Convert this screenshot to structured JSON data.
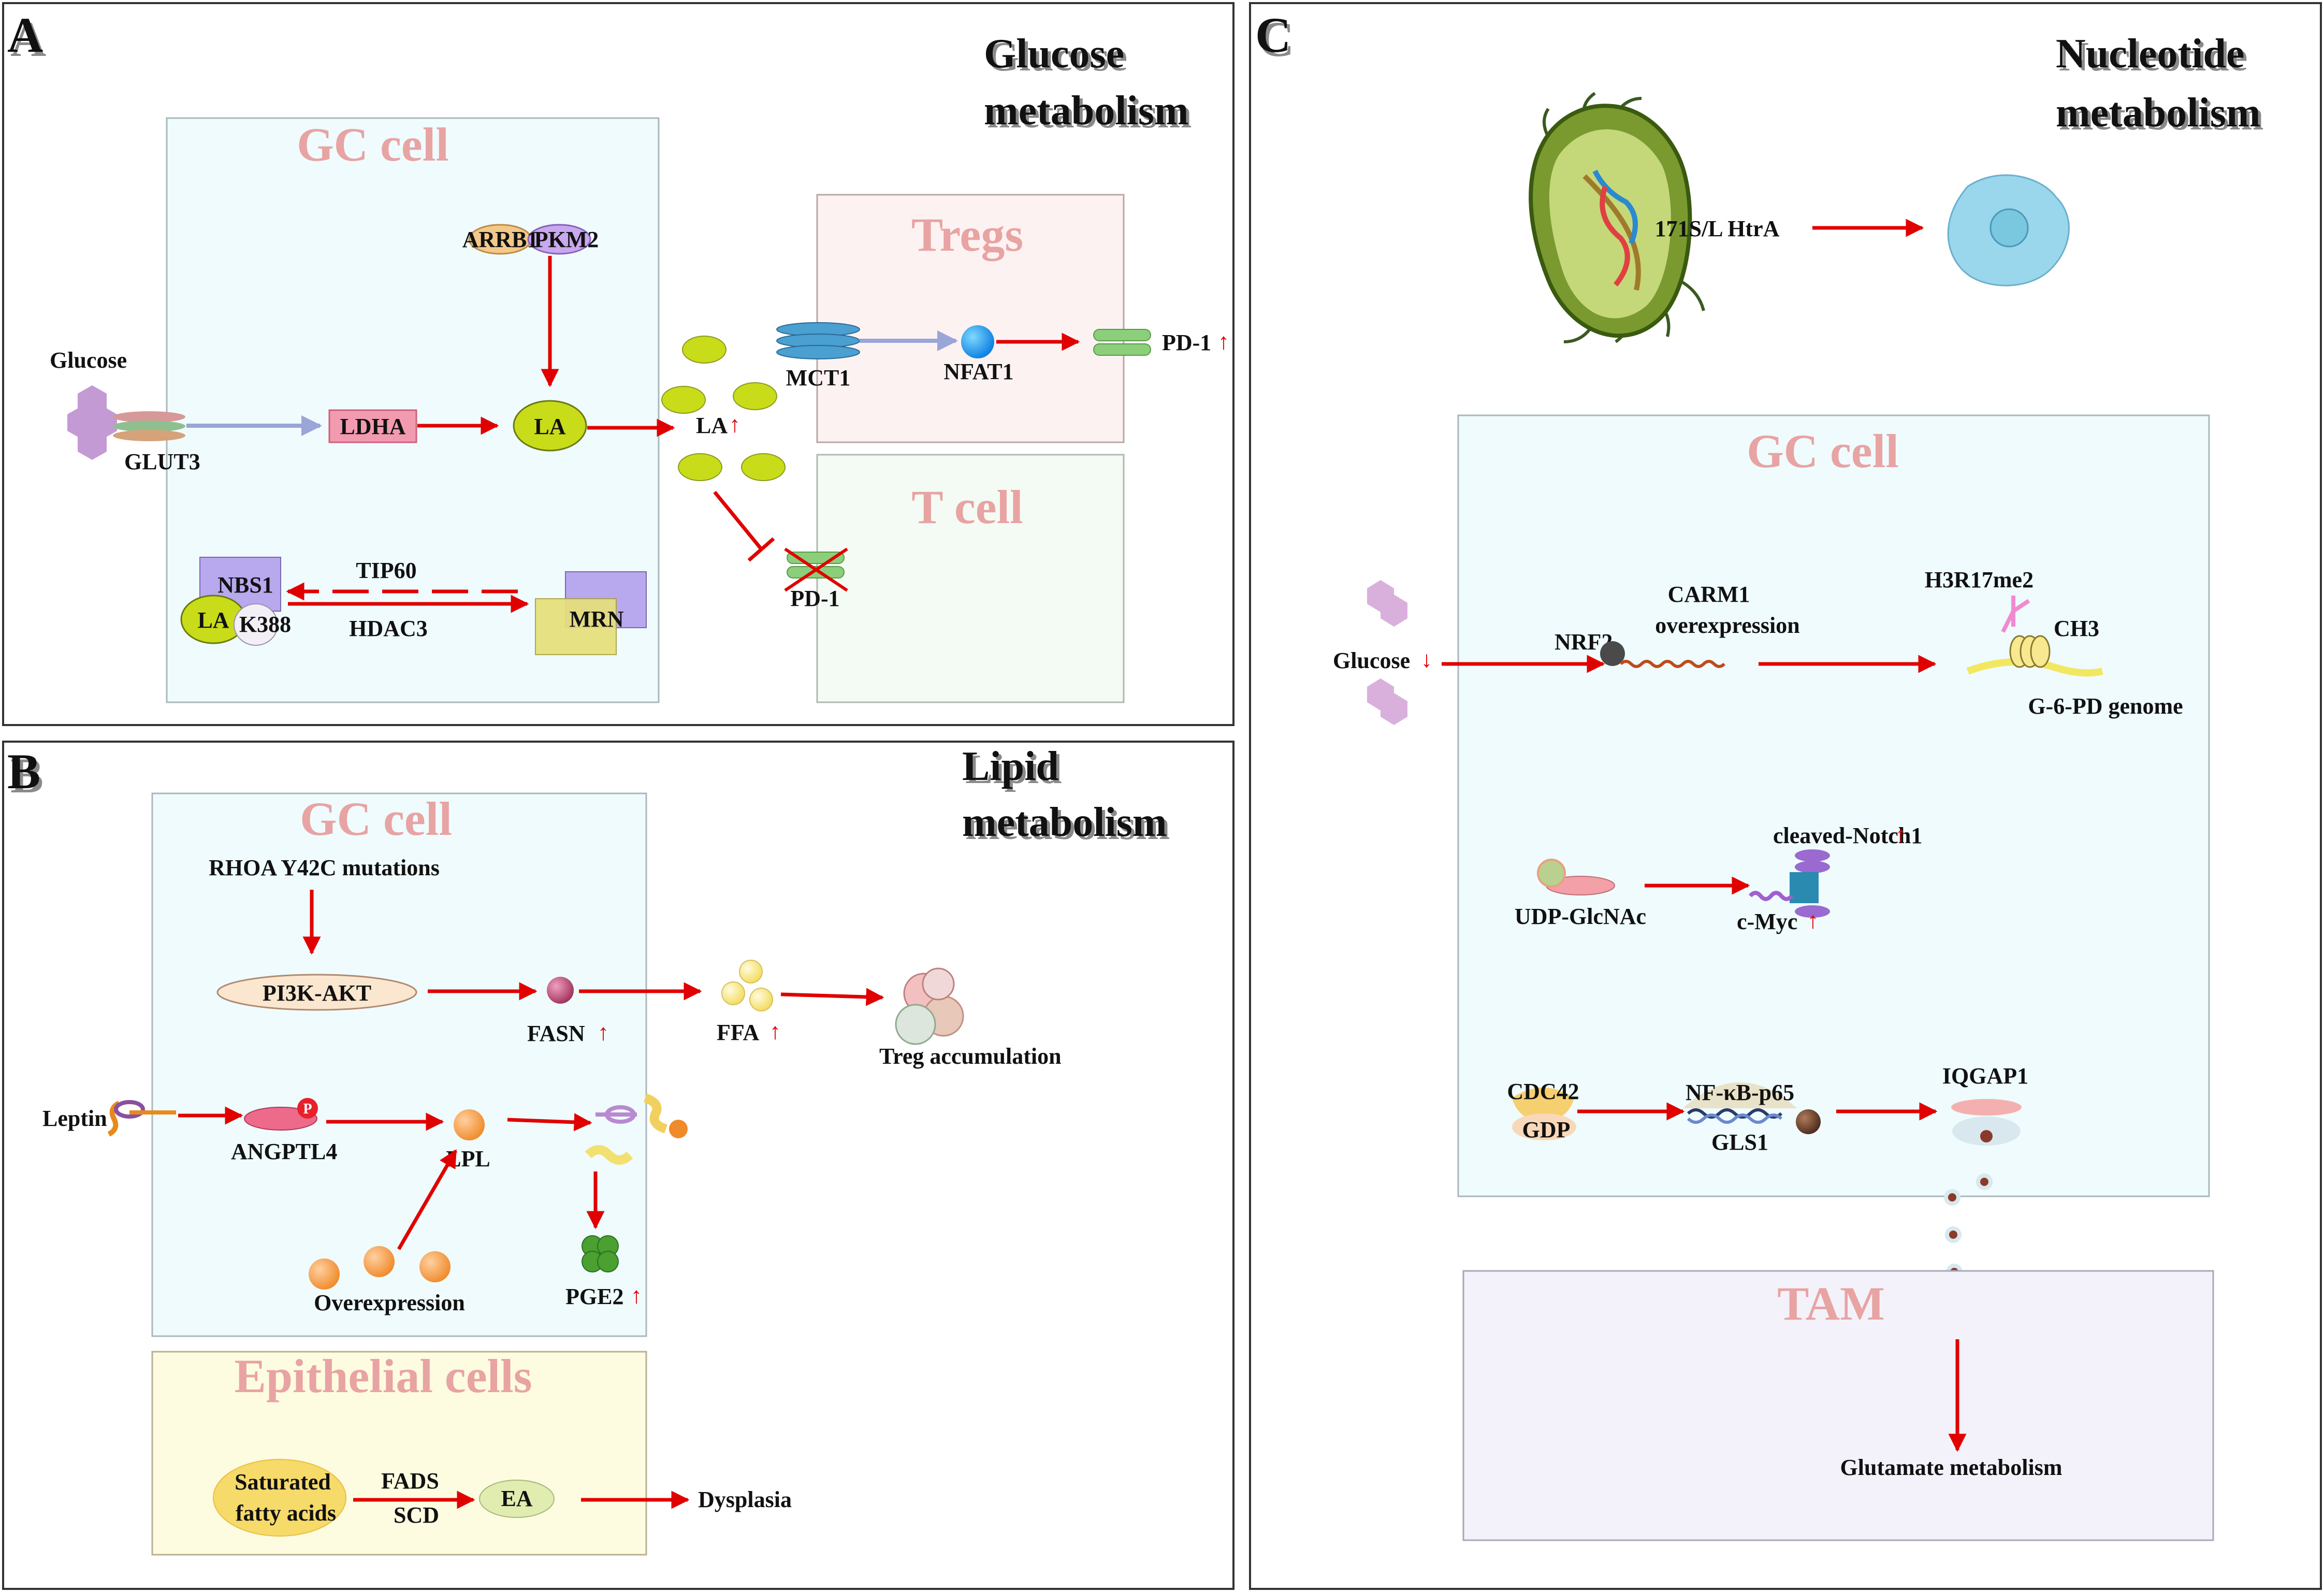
{
  "panel_a": {
    "letter": "A",
    "title_line1": "Glucose",
    "title_line2": "metabolism",
    "gc_cell": "GC cell",
    "tregs": "Tregs",
    "t_cell": "T cell",
    "glucose": "Glucose",
    "glut3": "GLUT3",
    "ldha": "LDHA",
    "la_inner": "LA",
    "arrb1": "ARRB1",
    "pkm2": "PKM2",
    "la_outer": "LA",
    "mct1": "MCT1",
    "nfat1": "NFAT1",
    "pd1_up": "PD-1",
    "pd1_block": "PD-1",
    "tip60": "TIP60",
    "hdac3": "HDAC3",
    "nbs1": "NBS1",
    "la_small": "LA",
    "k388": "K388",
    "mrn": "MRN"
  },
  "panel_b": {
    "letter": "B",
    "title_line1": "Lipid",
    "title_line2": "metabolism",
    "gc_cell": "GC cell",
    "epithelial": "Epithelial cells",
    "rhoa": "RHOA  Y42C mutations",
    "pi3k": "PI3K-AKT",
    "fasn": "FASN",
    "ffa": "FFA",
    "treg_acc": "Treg accumulation",
    "leptin": "Leptin",
    "angptl4": "ANGPTL4",
    "p_badge": "P",
    "lpl": "LPL",
    "overexpression": "Overexpression",
    "pge2": "PGE2",
    "sat_line1": "Saturated",
    "sat_line2": "fatty acids",
    "fads": "FADS",
    "scd": "SCD",
    "ea": "EA",
    "dysplasia": "Dysplasia"
  },
  "panel_c": {
    "letter": "C",
    "title_line1": "Nucleotide",
    "title_line2": "metabolism",
    "htra": "171S/L HtrA",
    "gc_cell": "GC cell",
    "glucose": "Glucose",
    "nrf2": "NRF2",
    "carm1_line1": "CARM1",
    "carm1_line2": "overexpression",
    "h3r17": "H3R17me2",
    "ch3": "CH3",
    "g6pd": "G-6-PD genome",
    "notch": "cleaved-Notch1",
    "udp": "UDP-GlcNAc",
    "cmyc": "c-Myc",
    "cdc42": "CDC42",
    "gdp": "GDP",
    "nfkb": "NF-κB-p65",
    "gls1": "GLS1",
    "iqgap1": "IQGAP1",
    "tam": "TAM",
    "glutamate": "Glutamate metabolism"
  },
  "up_arrow": "↑",
  "down_arrow": "↓",
  "colors": {
    "arrow_red": "#e00000",
    "cell_label_pink": "#e8a3a3",
    "gc_fill": "#effbfd",
    "tregs_fill": "#fdf2f2",
    "tcell_fill": "#f4fbf4",
    "epithelial_fill": "#fdfbe0",
    "tam_fill": "#f3f2fa",
    "lactate_green": "#c8dc1a"
  }
}
